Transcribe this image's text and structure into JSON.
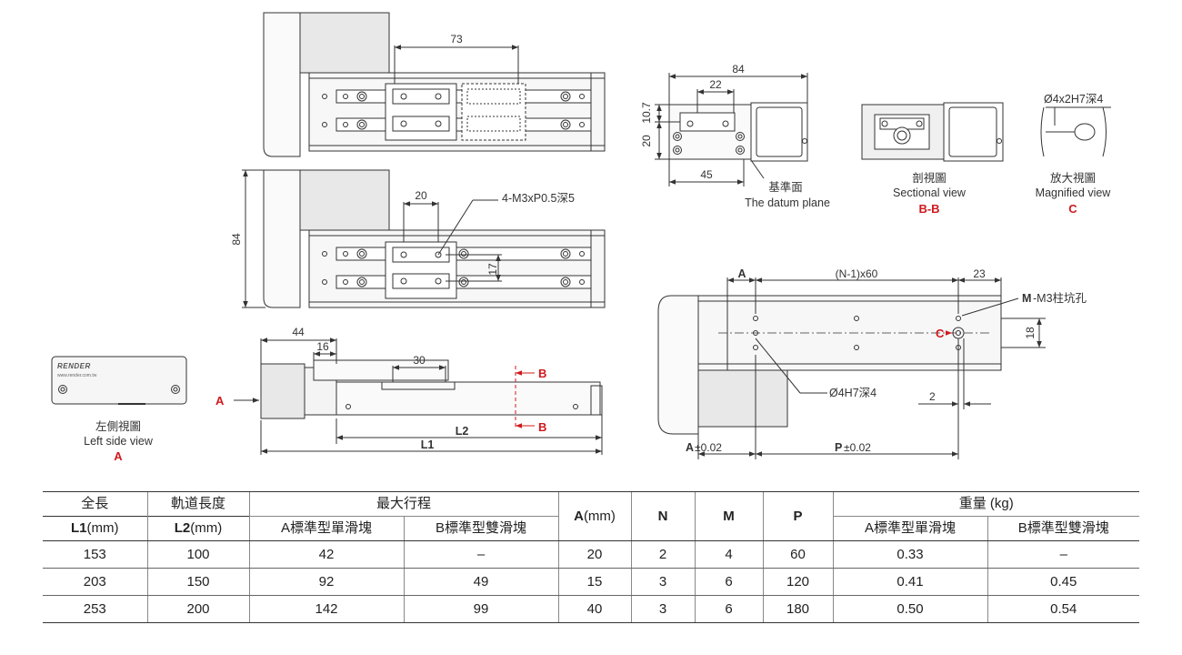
{
  "drawing": {
    "dims": {
      "d73": "73",
      "d84_top": "84",
      "d22": "22",
      "d10_7": "10.7",
      "d20_side": "20",
      "d45": "45",
      "d20_mid": "20",
      "d84_side": "84",
      "d17": "17",
      "d44": "44",
      "d16": "16",
      "d30": "30",
      "d23": "23",
      "d18": "18",
      "d2": "2",
      "n_minus_1_x60": "(N-1)x60"
    },
    "labels": {
      "thread_note": "4-M3xP0.5深5",
      "datum_zh": "基準面",
      "datum_en": "The datum plane",
      "sectional_zh": "剖視圖",
      "sectional_en": "Sectional view",
      "sectional_id": "B-B",
      "magnified_zh": "放大視圖",
      "magnified_en": "Magnified view",
      "magnified_id": "C",
      "hole_note": "Ø4x2H7深4",
      "left_view_zh": "左側視圖",
      "left_view_en": "Left side view",
      "left_view_id": "A",
      "arrow_a": "A",
      "section_b_top": "B",
      "section_b_bottom": "B",
      "l2": "L2",
      "l1": "L1",
      "a_dim": "A",
      "a_tol_prefix": "A",
      "a_tol": "±0.02",
      "p_tol_prefix": "P",
      "p_tol": "±0.02",
      "m_note_prefix": "M",
      "m_note": "-M3柱坑孔",
      "c_mark": "C",
      "h4_note": "Ø4H7深4",
      "brand": "RENDER",
      "brand_url": "www.render.com.tw"
    },
    "colors": {
      "line": "#333333",
      "red": "#d0191e",
      "motor": "#e8e8e8",
      "rail": "#f4f4f4"
    }
  },
  "table": {
    "header": {
      "total_length": "全長",
      "l1_unit": "L1(mm)",
      "rail_length": "軌道長度",
      "l2_unit": "L2(mm)",
      "max_stroke": "最大行程",
      "a_single": "A標準型單滑塊",
      "b_double": "B標準型雙滑塊",
      "a_mm": "A(mm)",
      "n": "N",
      "m": "M",
      "p": "P",
      "weight": "重量 (kg)",
      "w_a_single": "A標準型單滑塊",
      "w_b_double": "B標準型雙滑塊"
    },
    "rows": [
      {
        "l1": "153",
        "l2": "100",
        "stroke_a": "42",
        "stroke_b": "–",
        "a": "20",
        "n": "2",
        "m": "4",
        "p": "60",
        "w_a": "0.33",
        "w_b": "–"
      },
      {
        "l1": "203",
        "l2": "150",
        "stroke_a": "92",
        "stroke_b": "49",
        "a": "15",
        "n": "3",
        "m": "6",
        "p": "120",
        "w_a": "0.41",
        "w_b": "0.45"
      },
      {
        "l1": "253",
        "l2": "200",
        "stroke_a": "142",
        "stroke_b": "99",
        "a": "40",
        "n": "3",
        "m": "6",
        "p": "180",
        "w_a": "0.50",
        "w_b": "0.54"
      }
    ]
  }
}
